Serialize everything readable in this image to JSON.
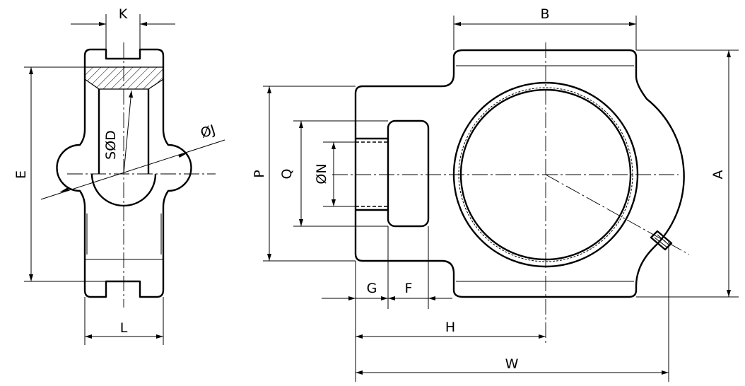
{
  "labels": {
    "K": "K",
    "L": "L",
    "E": "E",
    "SD": "SØD",
    "J": "ØJ",
    "B": "B",
    "A": "A",
    "P": "P",
    "Q": "Q",
    "N": "ØN",
    "G": "G",
    "F": "F",
    "H": "H",
    "W": "W"
  },
  "colors": {
    "line": "#000000",
    "background": "#ffffff"
  }
}
